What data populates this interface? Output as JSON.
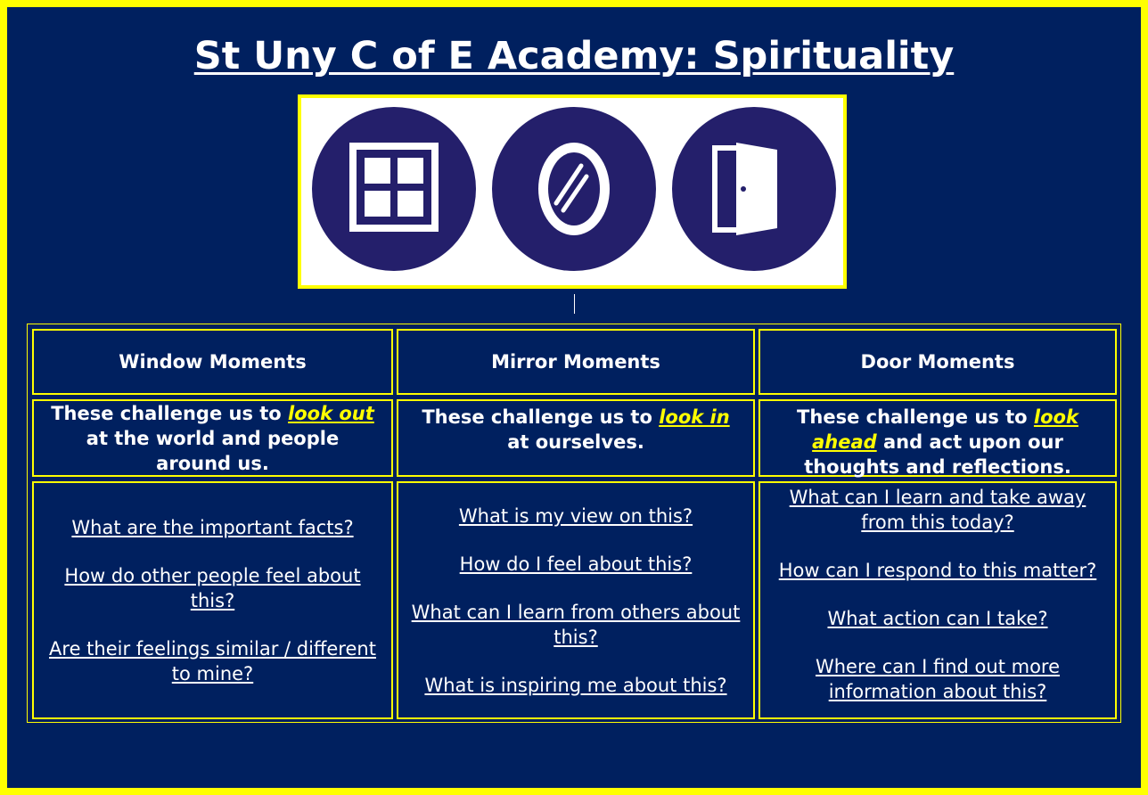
{
  "title": "St Uny C of E Academy: Spirituality",
  "icons": [
    "window-icon",
    "mirror-icon",
    "door-icon"
  ],
  "colors": {
    "background": "#00205f",
    "accent": "#ffff00",
    "icon_circle": "#241f6b",
    "text": "#ffffff"
  },
  "columns": [
    {
      "heading": "Window Moments",
      "desc_pre": "These challenge us to ",
      "desc_keyword": "look out",
      "desc_post": " at the world and people around us.",
      "questions": [
        "What are the important facts?",
        "How do other people feel about this?",
        "Are their feelings similar / different to mine?"
      ]
    },
    {
      "heading": "Mirror Moments",
      "desc_pre": "These challenge us to ",
      "desc_keyword": "look in",
      "desc_post": " at ourselves.",
      "questions": [
        "What is my view on this?",
        "How do I feel about this?",
        "What can I learn from others about this?",
        "What is inspiring me about this?"
      ]
    },
    {
      "heading": "Door Moments",
      "desc_pre": "These challenge us to ",
      "desc_keyword": "look ahead",
      "desc_post": " and act upon our thoughts and reflections.",
      "questions": [
        "What can I learn and take away from this today?",
        "How can I respond to this matter?",
        "What action can I take?",
        "Where can I find out more information about this?"
      ]
    }
  ]
}
